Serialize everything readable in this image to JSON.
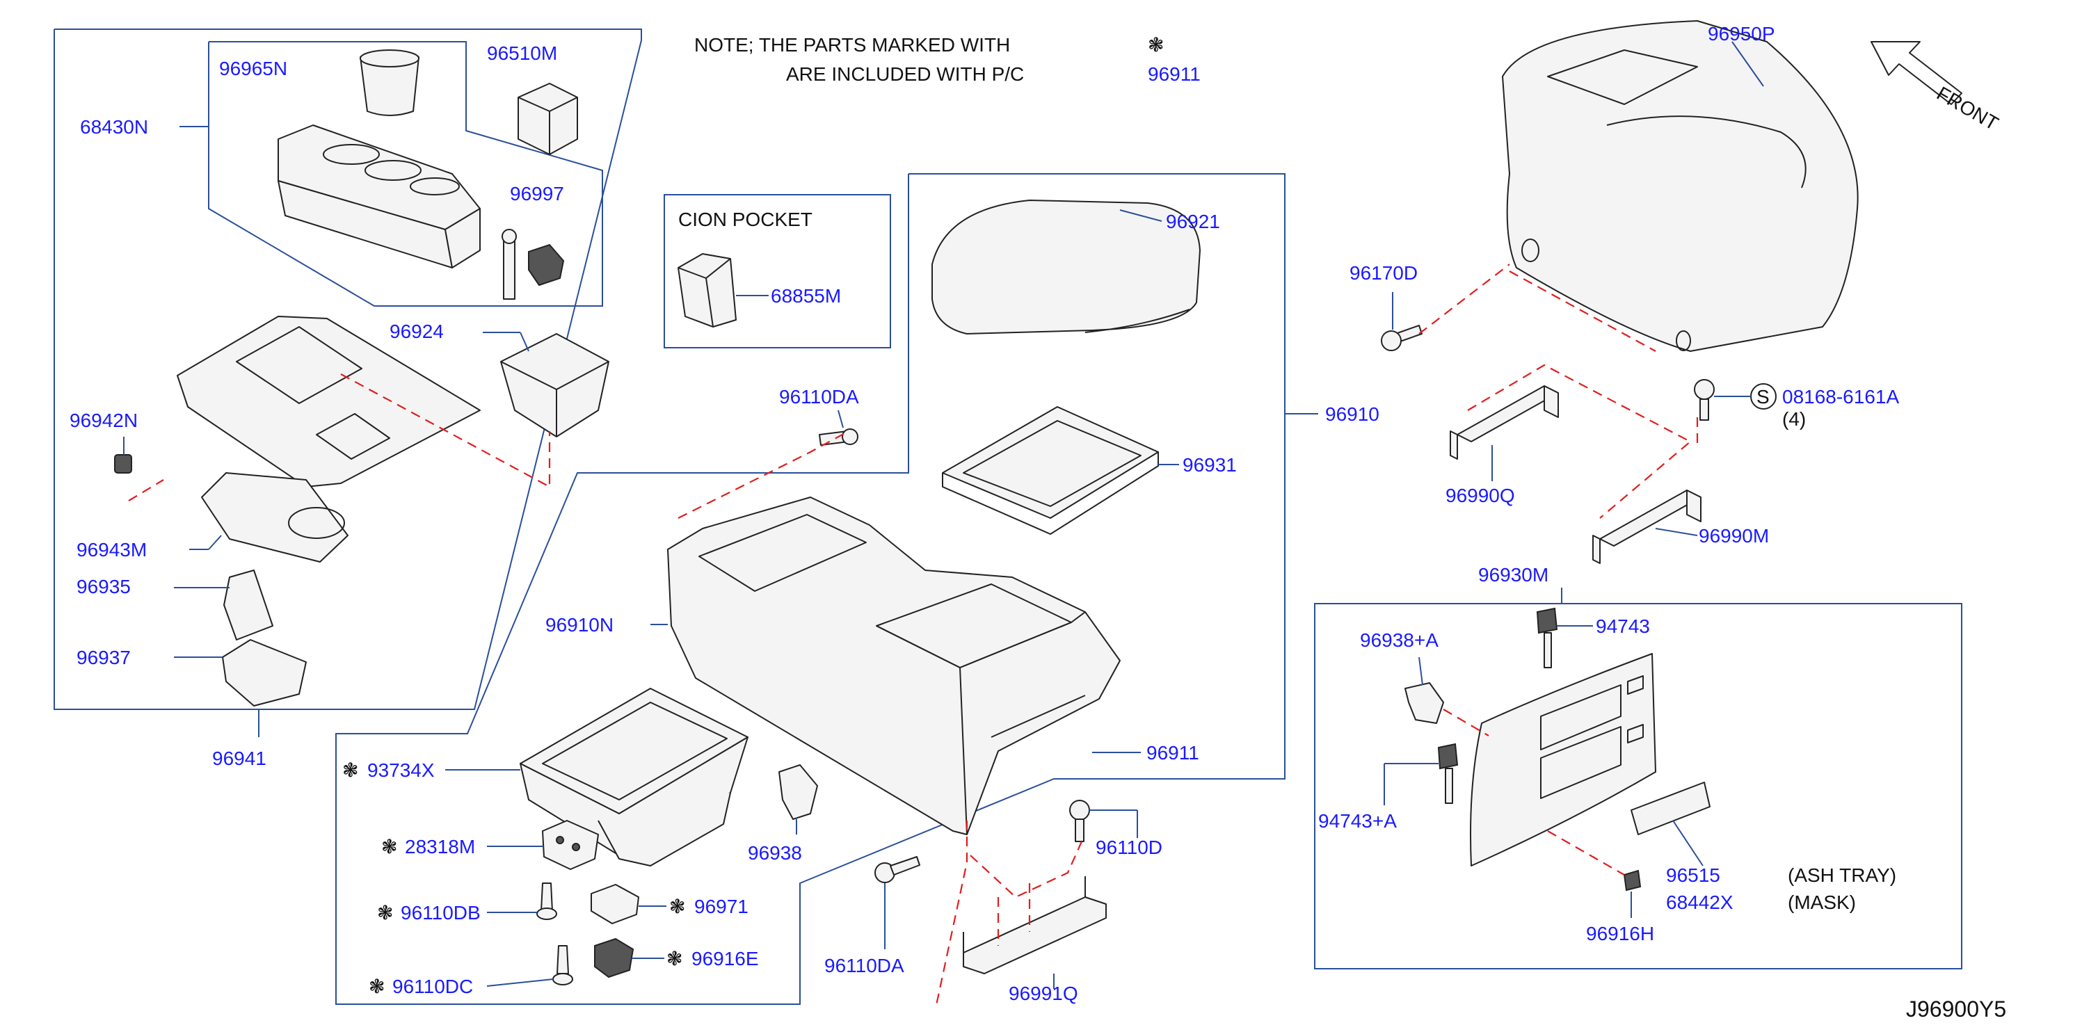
{
  "diagram_id": "J96900Y5",
  "note": {
    "line1": "NOTE;  THE  PARTS  MARKED  WITH",
    "line2": "ARE  INCLUDED  WITH  P/C",
    "symbol": "❃",
    "part_ref": "96911"
  },
  "front_label": "FRONT",
  "coin_pocket_title": "CION  POCKET",
  "ash_tray_label": "(ASH   TRAY)",
  "mask_label": "(MASK)",
  "bolt_qty": "(4)",
  "bolt_circle_letter": "S",
  "marker": "❃",
  "parts": {
    "p68430N": "68430N",
    "p96965N": "96965N",
    "p96510M": "96510M",
    "p96997": "96997",
    "p96924": "96924",
    "p96942N": "96942N",
    "p96943M": "96943M",
    "p96935": "96935",
    "p96937": "96937",
    "p96941": "96941",
    "p68855M": "68855M",
    "p96110DA_top": "96110DA",
    "p96921": "96921",
    "p96931": "96931",
    "p96910": "96910",
    "p96910N": "96910N",
    "p96911": "96911",
    "p93734X": "93734X",
    "p28318M": "28318M",
    "p96110DB": "96110DB",
    "p96110DC": "96110DC",
    "p96971": "96971",
    "p96916E": "96916E",
    "p96938": "96938",
    "p96110DA_bot": "96110DA",
    "p96110D": "96110D",
    "p96991Q": "96991Q",
    "p96950P": "96950P",
    "p96170D": "96170D",
    "p08168_6161A": "08168-6161A",
    "p96990Q": "96990Q",
    "p96990M": "96990M",
    "p96930M": "96930M",
    "p96938A": "96938+A",
    "p94743": "94743",
    "p94743A": "94743+A",
    "p96515": "96515",
    "p68442X": "68442X",
    "p96916H": "96916H"
  },
  "colors": {
    "label": "#1a1aff",
    "frame": "#2a4f9a",
    "dash": "#e21d1d",
    "line": "#222222"
  }
}
